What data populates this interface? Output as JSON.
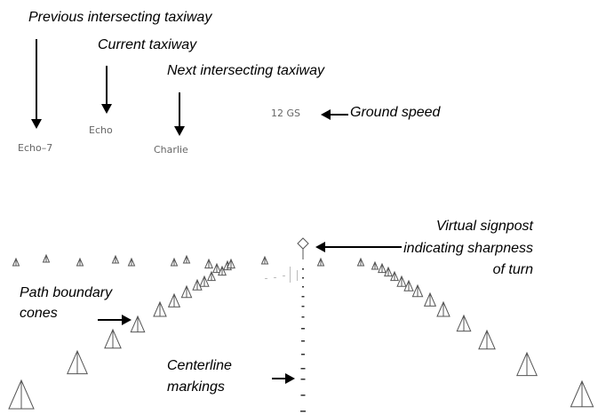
{
  "annotations": {
    "previous_taxiway": "Previous intersecting taxiway",
    "current_taxiway": "Current taxiway",
    "next_taxiway": "Next intersecting taxiway",
    "ground_speed": "Ground speed",
    "signpost_line1": "Virtual signpost",
    "signpost_line2": "indicating sharpness",
    "signpost_line3": "of turn",
    "cones_line1": "Path boundary",
    "cones_line2": "cones",
    "centerline_line1": "Centerline",
    "centerline_line2": "markings"
  },
  "display": {
    "previous_taxiway_name": "Echo–7",
    "current_taxiway_name": "Echo",
    "next_taxiway_name": "Charlie",
    "ground_speed_value": "12 GS"
  },
  "colors": {
    "annotation_text": "#000000",
    "display_text": "#666666",
    "cone_stroke": "#555555",
    "background": "#ffffff"
  }
}
